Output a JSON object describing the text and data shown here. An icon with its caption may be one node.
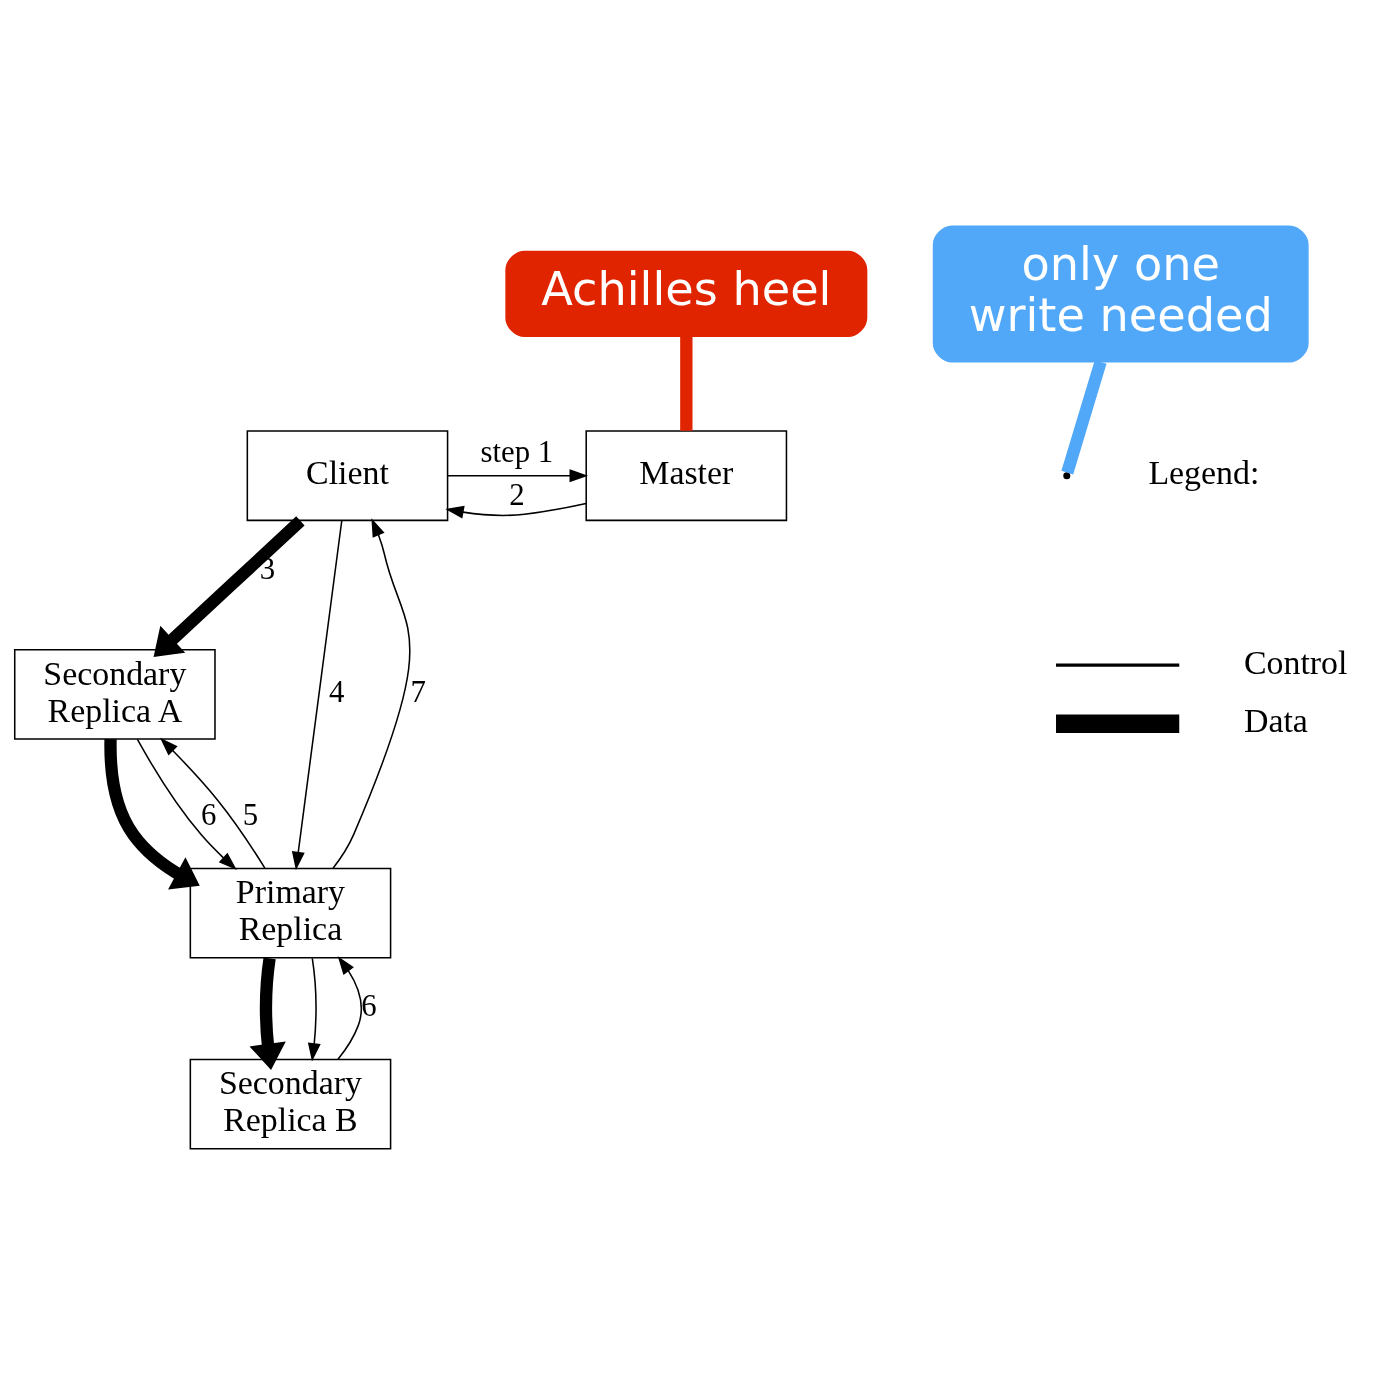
{
  "diagram": {
    "nodes": [
      {
        "text": [
          "Client"
        ]
      },
      {
        "text": [
          "Master"
        ]
      },
      {
        "text": [
          "Secondary Replica A"
        ]
      },
      {
        "text": [
          "Primary Replica"
        ]
      },
      {
        "text": [
          "Secondary Replica B"
        ]
      },
      {
        "text": [
          "Achilles heel"
        ]
      },
      {
        "text": [
          "only one write needed"
        ]
      }
    ],
    "edges": [
      {
        "from": 0,
        "to": 1,
        "arrow": "to",
        "label": "step 1"
      },
      {
        "from": 1,
        "to": 0,
        "arrow": "to",
        "label": "2"
      },
      {
        "from": 0,
        "to": 2,
        "arrow": "to",
        "label": "3",
        "style": "thick"
      },
      {
        "from": 2,
        "to": 3,
        "arrow": "to",
        "style": "thick"
      },
      {
        "from": 3,
        "to": 4,
        "arrow": "to",
        "style": "thick"
      },
      {
        "from": 0,
        "to": 3,
        "arrow": "to",
        "label": "4"
      },
      {
        "from": 3,
        "to": 2,
        "arrow": "to",
        "label": "5"
      },
      {
        "from": 3,
        "to": 4,
        "arrow": "to"
      },
      {
        "from": 2,
        "to": 3,
        "arrow": "to",
        "label": "6"
      },
      {
        "from": 4,
        "to": 3,
        "arrow": "to",
        "label": "6"
      },
      {
        "from": 3,
        "to": 0,
        "arrow": "to",
        "label": "7"
      },
      {
        "from": 5,
        "to": 1,
        "arrow": "none",
        "style": "thick",
        "color": "#e02400"
      },
      {
        "from": 6,
        "to": null,
        "arrow": "none",
        "style": "thick",
        "color": "#52a8f8"
      }
    ],
    "labels": [
      "Legend:"
    ],
    "legend": [
      {
        "text": "Control"
      },
      {
        "text": "Data"
      }
    ]
  }
}
